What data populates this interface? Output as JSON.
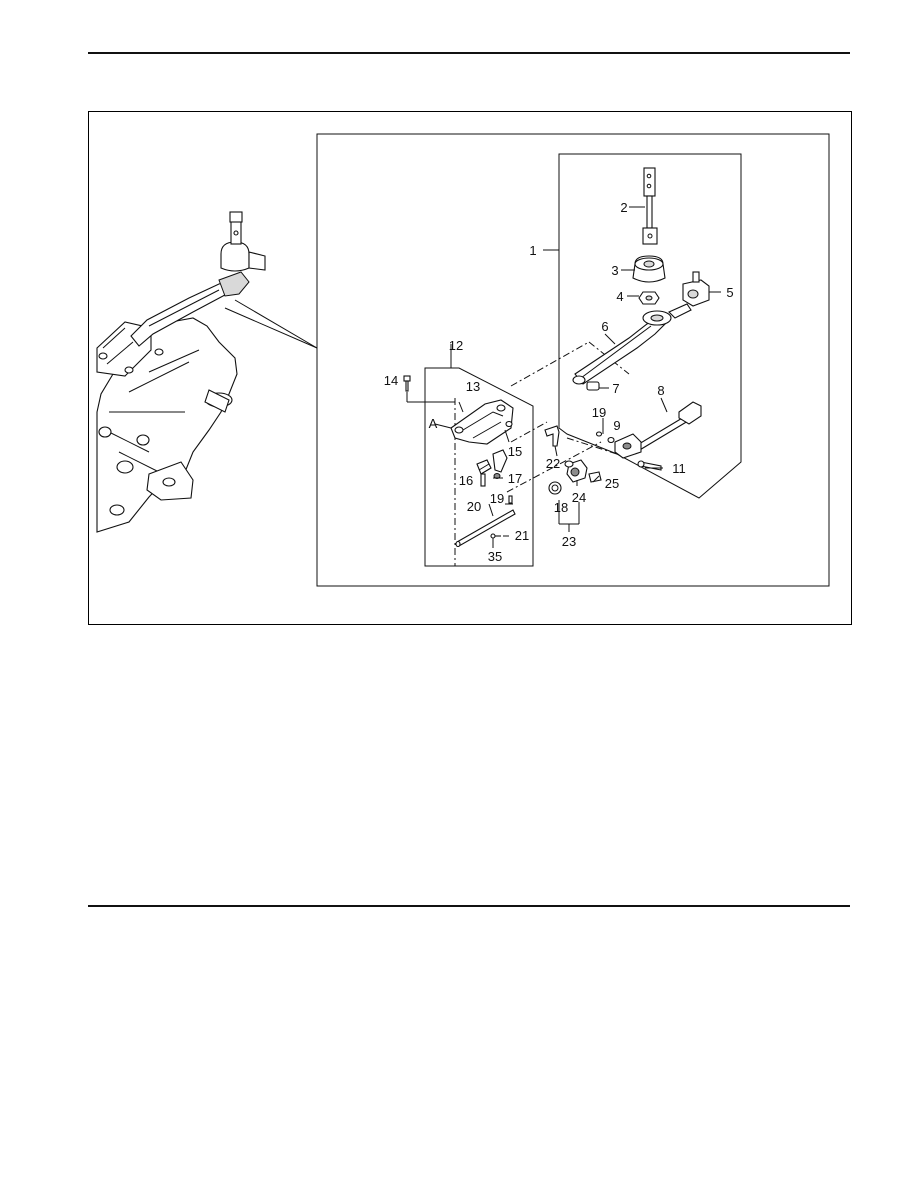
{
  "figure": {
    "detail_callouts": {
      "c1": "1",
      "c2": "2",
      "c3": "3",
      "c4": "4",
      "c5": "5",
      "c6": "6",
      "c7": "7",
      "c8": "8",
      "c9": "9",
      "c11": "11",
      "c12": "12",
      "c13": "13",
      "c14": "14",
      "c15": "15",
      "c16": "16",
      "c17": "17",
      "c18": "18",
      "c19a": "19",
      "c19b": "19",
      "c20": "20",
      "c21": "21",
      "c22": "22",
      "c23": "23",
      "c24": "24",
      "c25": "25",
      "c35": "35",
      "cA": "A"
    }
  }
}
